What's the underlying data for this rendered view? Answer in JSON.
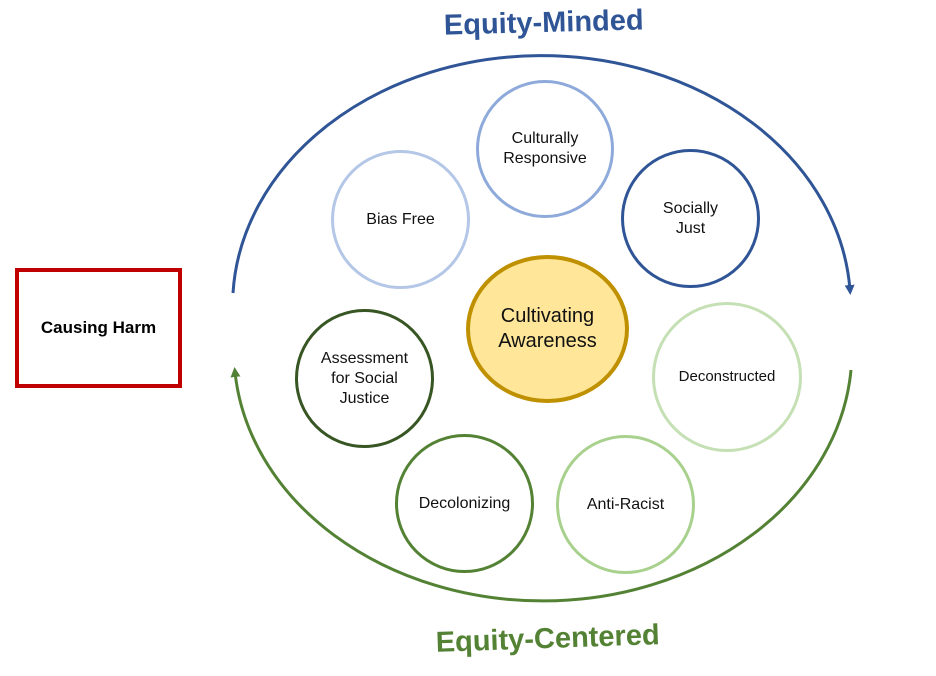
{
  "title_top": "Equity-Minded",
  "title_bottom": "Equity-Centered",
  "harm_label": "Causing Harm",
  "center_label": "Cultivating Awareness",
  "nodes": [
    {
      "id": "culturally-responsive",
      "label": "Culturally Responsive"
    },
    {
      "id": "socially-just",
      "label": "Socially Just"
    },
    {
      "id": "deconstructed",
      "label": "Deconstructed"
    },
    {
      "id": "anti-racist",
      "label": "Anti-Racist"
    },
    {
      "id": "decolonizing",
      "label": "Decolonizing"
    },
    {
      "id": "assessment-for-social-justice",
      "label": "Assessment for Social Justice"
    },
    {
      "id": "bias-free",
      "label": "Bias Free"
    }
  ],
  "colors": {
    "top_arc": "#2f5597",
    "bottom_arc": "#548235",
    "harm_border": "#c00000",
    "center_border": "#bf9000",
    "center_fill": "#ffe699"
  }
}
